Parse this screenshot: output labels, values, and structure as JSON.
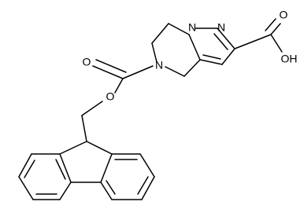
{
  "molecule": {
    "atoms": [
      {
        "id": "N1",
        "label": "N"
      },
      {
        "id": "N2",
        "label": "N"
      },
      {
        "id": "N5",
        "label": "N"
      },
      {
        "id": "O_carbonyl_left",
        "label": "O"
      },
      {
        "id": "O_ester",
        "label": "O"
      },
      {
        "id": "O_carbonyl_right",
        "label": "O"
      },
      {
        "id": "OH",
        "label": "OH"
      }
    ]
  },
  "colors": {
    "bond": "#000000",
    "background": "#ffffff"
  }
}
